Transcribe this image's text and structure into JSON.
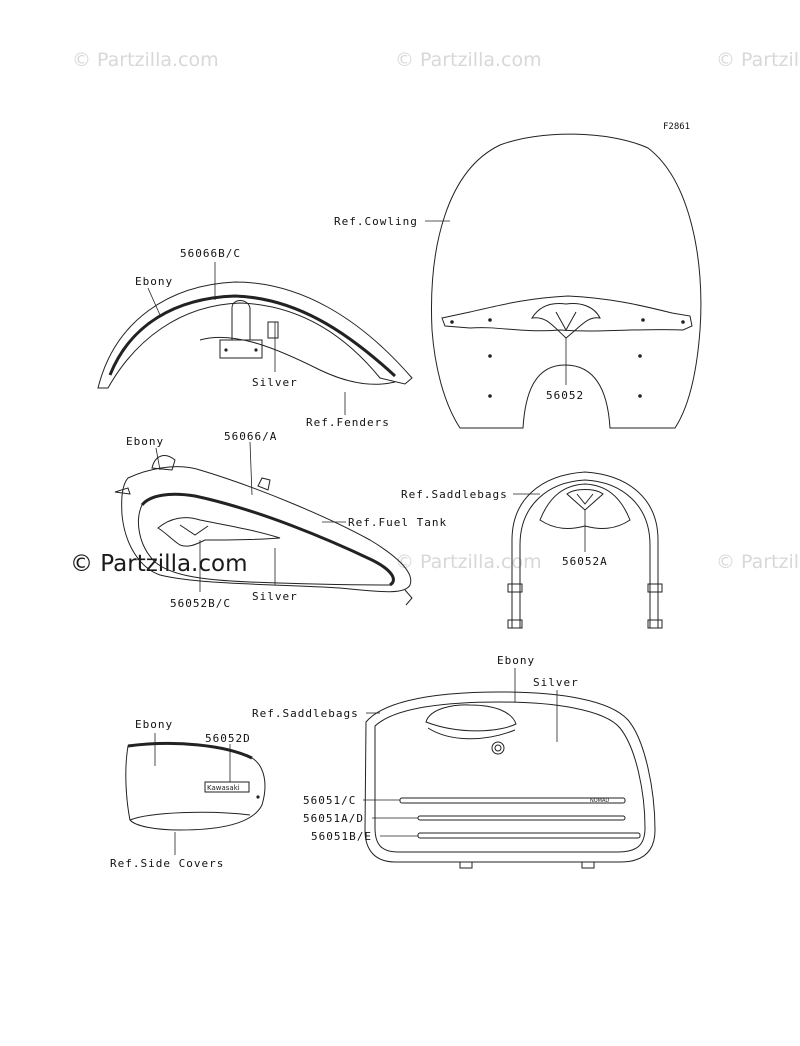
{
  "figure_code": "F2861",
  "watermarks": {
    "light": "© Partzilla.com",
    "dark": "© Partzilla.com"
  },
  "labels": {
    "ref_cowling": "Ref.Cowling",
    "part_56066bc": "56066B/C",
    "ebony_fender": "Ebony",
    "silver_fender": "Silver",
    "ref_fenders": "Ref.Fenders",
    "part_56052": "56052",
    "ebony_tank": "Ebony",
    "part_56066a": "56066/A",
    "ref_fuel_tank": "Ref.Fuel Tank",
    "part_56052bc": "56052B/C",
    "silver_tank": "Silver",
    "ref_saddlebags_top": "Ref.Saddlebags",
    "part_56052a": "56052A",
    "ebony_bag": "Ebony",
    "silver_bag": "Silver",
    "ref_saddlebags_bottom": "Ref.Saddlebags",
    "ebony_cover": "Ebony",
    "part_56052d": "56052D",
    "part_56051c": "56051/C",
    "part_56051ad": "56051A/D",
    "part_56051be": "56051B/E",
    "ref_side_covers": "Ref.Side Covers",
    "side_cover_emblem": "Kawasaki",
    "saddlebag_emblem": "NOMAD"
  }
}
